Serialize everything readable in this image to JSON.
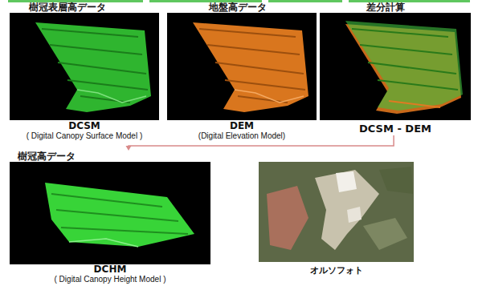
{
  "diagram": {
    "nodes": [
      {
        "text": [
          "樹冠表層高データ",
          "DCSM",
          "( Digital Canopy Surface Model )"
        ]
      },
      {
        "text": [
          "地盤高データ",
          "DEM",
          "(Digital Elevation Model)"
        ]
      },
      {
        "text": [
          "差分計算",
          "DCSM - DEM"
        ]
      },
      {
        "text": [
          "樹冠高データ",
          "DCHM",
          "( Digital Canopy Height Model )"
        ]
      },
      {
        "text": [
          "オルソフォト"
        ]
      }
    ],
    "edges": [
      {
        "from": 2,
        "to": 3,
        "arrow": "to"
      }
    ]
  }
}
